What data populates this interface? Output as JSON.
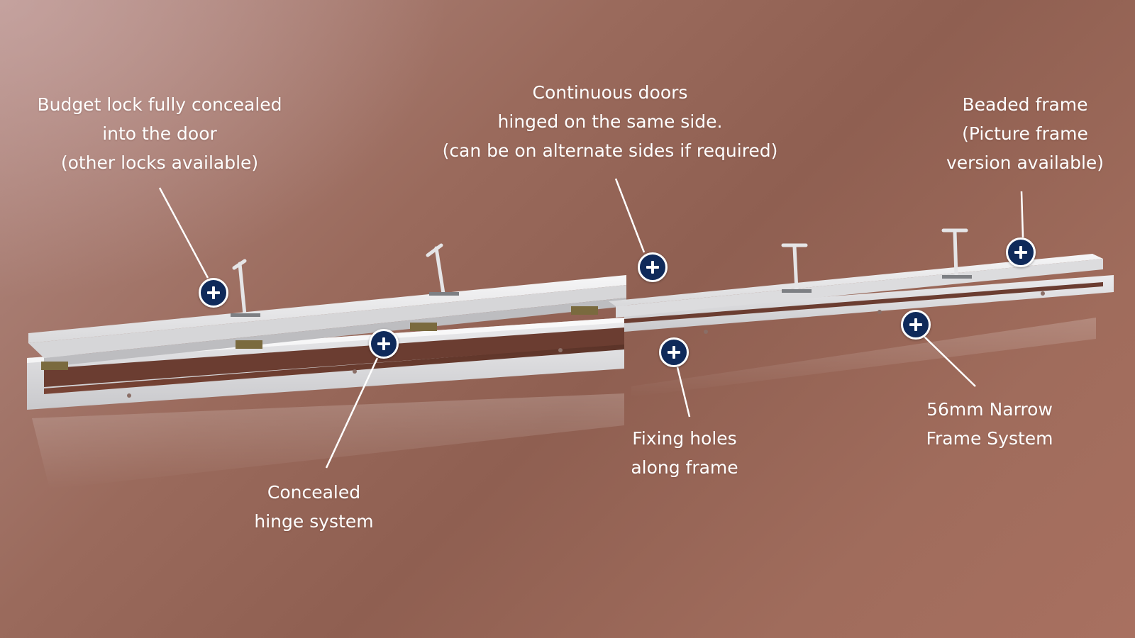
{
  "callouts": {
    "budget_lock": {
      "lines": [
        "Budget lock fully concealed",
        "into the door",
        "(other locks available)"
      ],
      "marker_icon": "plus-icon"
    },
    "continuous_doors": {
      "lines": [
        "Continuous doors",
        "hinged on the same side.",
        "(can be on alternate sides if required)"
      ],
      "marker_icon": "plus-icon"
    },
    "beaded_frame": {
      "lines": [
        "Beaded frame",
        "(Picture frame",
        "version available)"
      ],
      "marker_icon": "plus-icon"
    },
    "concealed_hinge": {
      "lines": [
        "Concealed",
        "hinge system"
      ],
      "marker_icon": "plus-icon"
    },
    "fixing_holes": {
      "lines": [
        "Fixing holes",
        "along frame"
      ],
      "marker_icon": "plus-icon"
    },
    "narrow_frame": {
      "lines": [
        "56mm Narrow",
        "Frame System"
      ],
      "marker_icon": "plus-icon"
    }
  },
  "colors": {
    "background": "#9a6a5c",
    "hotspot_fill": "#0f2a5a",
    "hotspot_ring": "#ffffff",
    "label_text": "#ffffff",
    "panel": "#e9e9ea"
  }
}
